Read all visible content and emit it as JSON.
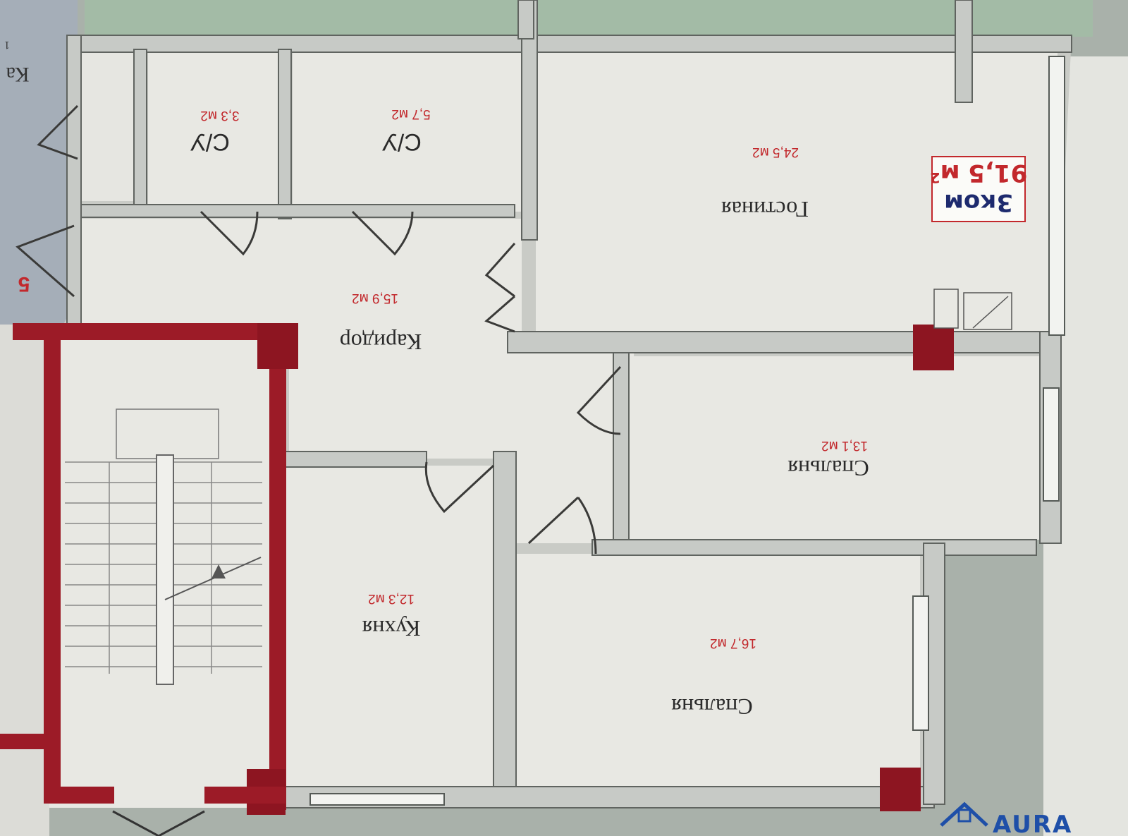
{
  "badge": {
    "title": "3ком",
    "area": "91,5 м²"
  },
  "rooms": {
    "living": {
      "name": "Гостиная",
      "area": "24,5 м2"
    },
    "corridor": {
      "name": "Каридор",
      "area": "15,9 м2"
    },
    "bath1": {
      "name": "С/У",
      "area": "5,7 м2"
    },
    "bath2": {
      "name": "С/У",
      "area": "3,3 м2"
    },
    "bedroom1": {
      "name": "Спальня",
      "area": "13,1 м2"
    },
    "kitchen": {
      "name": "Кухня",
      "area": "12,3 м2"
    },
    "bedroom2": {
      "name": "Спальня",
      "area": "16,7 м2"
    }
  },
  "edge": {
    "apartment_number": "5",
    "left_fragment": "Ка",
    "left_fragment_small": "1"
  },
  "logo": {
    "text": "AURA"
  },
  "colors": {
    "wall": "#c7cac6",
    "floor": "#e7e7e2",
    "stair_wall": "#9c1b27",
    "accent": "#c2282c",
    "brand": "#1e4fa8"
  }
}
